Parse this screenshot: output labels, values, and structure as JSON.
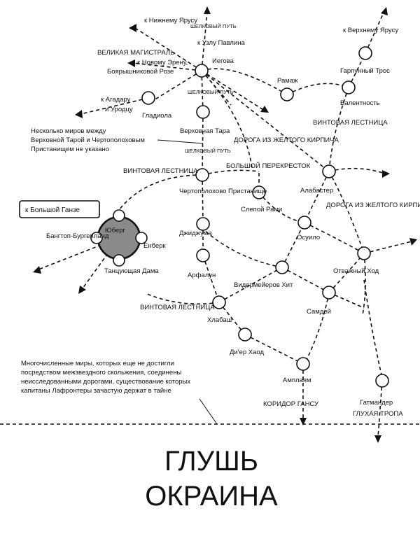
{
  "edge_labels": {
    "lower_tier": "к Нижнему Ярусу",
    "silk_road_1": "ШЕЛКОВЫЙ ПУТЬ",
    "to_pavlin_node": "к Узлу Павлина",
    "great_highway": "ВЕЛИКАЯ МАГИСТРАЛЬ",
    "new_eren_1": "к Новому Эрену,",
    "new_eren_2": "Боярышниковой Розе",
    "agadar_1": "к Агадару",
    "agadar_2": "и Уродцу",
    "silk_road_2": "ШЕЛКОВЫЙ ПУТЬ",
    "silk_road_3": "ШЕЛКОВЫЙ ПУТЬ",
    "many_worlds_1": "Несколько миров между",
    "many_worlds_2": "Верховной Тарой и Чертополоховым",
    "many_worlds_3": "Пристанищем не указано",
    "upper_tier": "к Верхнему Ярусу",
    "spiral_stair_1": "ВИНТОВАЯ ЛЕСТНИЦА",
    "spiral_stair_2": "ВИНТОВАЯ ЛЕСТНИЦА",
    "spiral_stair_3": "ВИНТОВАЯ ЛЕСТНИЦА",
    "yellow_brick_1": "ДОРОГА ИЗ ЖЕЛТОГО КИРПИЧА",
    "yellow_brick_2": "ДОРОГА ИЗ ЖЕЛТОГО КИРПИЧА",
    "big_crossroad": "БОЛЬШОЙ ПЕРЕКРЕСТОК",
    "to_great_hansa": "к Большой Ганзе",
    "unreached_1": "Многочисленные миры, которых еще не достигли",
    "unreached_2": "посредством межзвездного скольжения, соединены",
    "unreached_3": "неисследованными дорогами, существование которых",
    "unreached_4": "капитаны Лафронтеры зачастую держат в тайне",
    "hansu_corridor": "КОРИДОР ГАНСУ",
    "deaf_path": "ГЛУХАЯ ТРОПА"
  },
  "nodes": {
    "iegova": "Иегова",
    "gladiola": "Гладиола",
    "verkhovnaya_tara": "Верховная Тара",
    "ramazh": "Рамаж",
    "garpunny_tros": "Гарпунный Трос",
    "valentnost": "Валентность",
    "chertopolokhovo": "Чертополохово Пристанище",
    "slepoy_rami": "Слепой Рами",
    "alabaster": "Алабастер",
    "osuilo": "Осуило",
    "otvazhny_khod": "Отважный Ход",
    "jidjuma": "Джиджума",
    "arfalun": "Арфалун",
    "vidermeyerov_khit": "Видермейеров Хит",
    "samdey": "Самдей",
    "khlabash": "Хлабаш",
    "dier_khaod": "Ди'ер Хаод",
    "amplyam": "Амплаям",
    "gatmander": "Гатмандер",
    "yuberg": "Юберг",
    "enberk": "Енберк",
    "bangtop": "Бангтоп-Бургенланд",
    "tantsuyushchaya": "Танцующая Дама"
  },
  "zones": {
    "wilds": "ГЛУШЬ",
    "outskirts": "ОКРАИНА"
  }
}
